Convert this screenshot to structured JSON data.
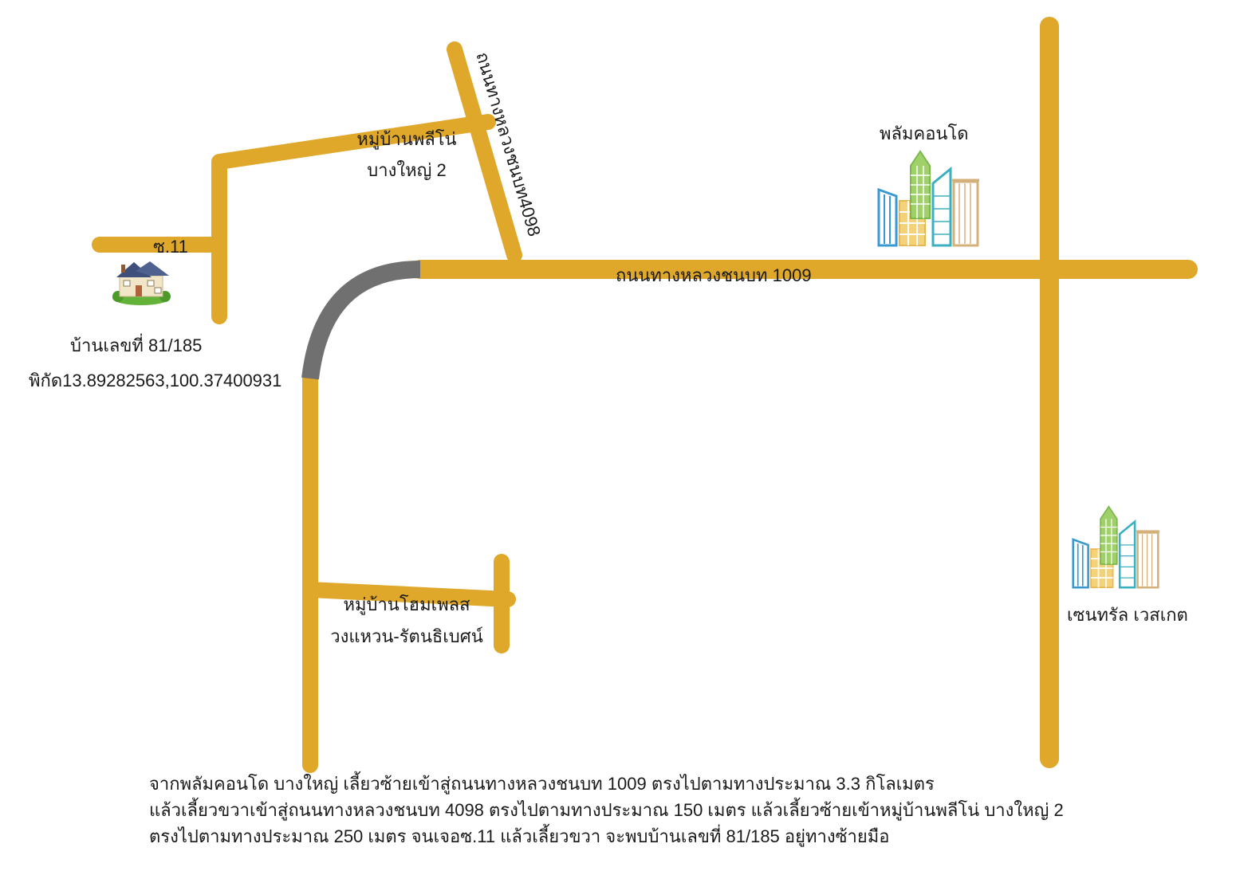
{
  "colors": {
    "road": "#e0a82a",
    "route_curve": "#707070",
    "text": "#1a1a1a",
    "background": "#ffffff"
  },
  "labels": {
    "soi_11": "ซ.11",
    "house_address": "บ้านเลขที่ 81/185",
    "house_coordinates": "พิกัด13.89282563,100.37400931",
    "village_plino_line1": "หมู่บ้านพลีโน่",
    "village_plino_line2": "บางใหญ่ 2",
    "road_4098": "ถนนทางหลวงชนบท4098",
    "road_1009": "ถนนทางหลวงชนบท 1009",
    "plum_condo": "พลัมคอนโด",
    "right_vertical_road": "",
    "home_place_line1": "หมู่บ้านโฮมเพลส",
    "home_place_line2": "วงแหวน-รัตนธิเบศน์",
    "central_westgate": "เซนทรัล เวสเกต"
  },
  "icons": {
    "house": "house-icon",
    "plum_condo_buildings": "buildings-icon",
    "central_westgate_buildings": "buildings-icon"
  },
  "directions": {
    "line1": "จากพลัมคอนโด บางใหญ่ เลี้ยวซ้ายเข้าสู่ถนนทางหลวงชนบท 1009 ตรงไปตามทางประมาณ 3.3  กิโลเมตร",
    "line2": "แล้วเลี้ยวขวาเข้าสู่ถนนทางหลวงชนบท 4098 ตรงไปตามทางประมาณ 150 เมตร แล้วเลี้ยวซ้ายเข้าหมู่บ้านพลีโน่ บางใหญ่ 2",
    "line3": "ตรงไปตามทางประมาณ 250 เมตร จนเจอซ.11 แล้วเลี้ยวขวา จะพบบ้านเลขที่ 81/185 อยู่ทางซ้ายมือ"
  }
}
